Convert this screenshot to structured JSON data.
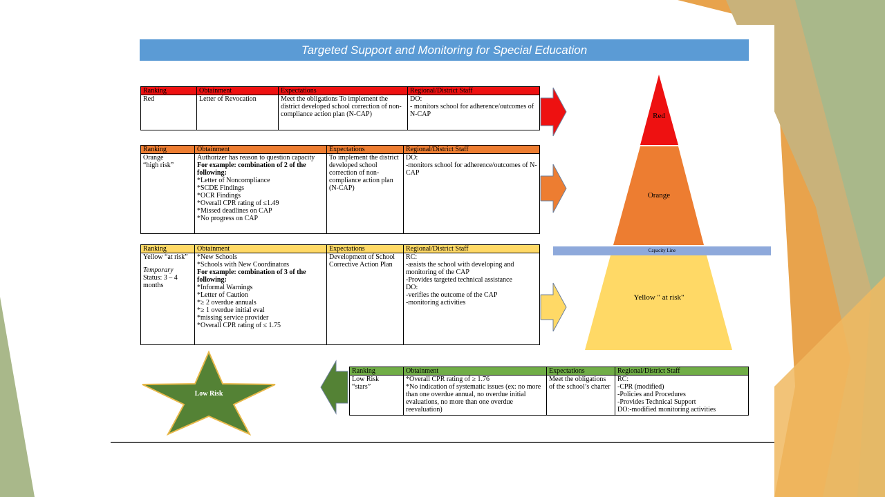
{
  "title": "Targeted Support and Monitoring for Special Education",
  "headers": {
    "ranking": "Ranking",
    "obtainment": "Obtainment",
    "expectations": "Expectations",
    "staff": "Regional/District Staff"
  },
  "red": {
    "ranking": "Red",
    "obtainment": "Letter of Revocation",
    "expectations": "Meet the obligations  To implement the district developed school correction of non-compliance action plan (N-CAP)",
    "staff": "DO:\n- monitors school for adherence/outcomes of N-CAP"
  },
  "orange": {
    "ranking": "Orange\n“high risk”",
    "obtainment_intro": "Authorizer has reason to question capacity",
    "obtainment_bold": "For example: combination of 2 of the following:",
    "obtainment_list": "*Letter of Noncompliance\n*SCDE Findings\n*OCR Findings\n*Overall CPR rating of ≤1.49\n*Missed deadlines on CAP\n*No progress on CAP",
    "expectations": "To implement the district developed school correction of non-compliance action plan (N-CAP)",
    "staff": "DO:\n-monitors school for adherence/outcomes of N-CAP"
  },
  "yellow": {
    "ranking": "Yellow “at risk”",
    "temporary": "Temporary",
    "status": "Status:  3 – 4 months",
    "obtainment_intro": "*New Schools\n*Schools with New   Coordinators",
    "obtainment_bold": "For example: combination of 3 of the following:",
    "obtainment_list": "*Informal Warnings\n  *Letter of Caution\n*≥ 2 overdue annuals\n  *≥ 1 overdue initial eval\n*missing service provider\n*Overall CPR rating of ≤ 1.75",
    "expectations": "Development of School Corrective Action Plan",
    "staff": "RC:\n-assists the school with developing and monitoring of the CAP\n-Provides targeted technical assistance\nDO:\n-verifies the outcome of the CAP\n-monitoring activities"
  },
  "green": {
    "ranking": "Low Risk\n“stars”",
    "obtainment": "*Overall CPR rating of ≥ 1.76\n*No indication of systematic issues (ex: no more than one overdue annual, no overdue initial evaluations, no more than one overdue reevaluation)",
    "expectations": "Meet the obligations of the school’s charter",
    "staff": "RC:\n-CPR (modified)\n-Policies and  Procedures\n-Provides Technical Support\nDO:-modified monitoring activities"
  },
  "pyramid": {
    "red": "Red",
    "orange": "Orange",
    "capacity_line": "Capacity Line",
    "yellow": "Yellow \" at risk\""
  },
  "star": {
    "label": "Low Risk"
  },
  "colors": {
    "title_bar": "#5b9bd5",
    "red": "#ee1111",
    "orange": "#ed7d31",
    "yellow": "#ffd966",
    "green": "#70ad47",
    "star": "#548235",
    "capacity": "#8ea9db"
  }
}
